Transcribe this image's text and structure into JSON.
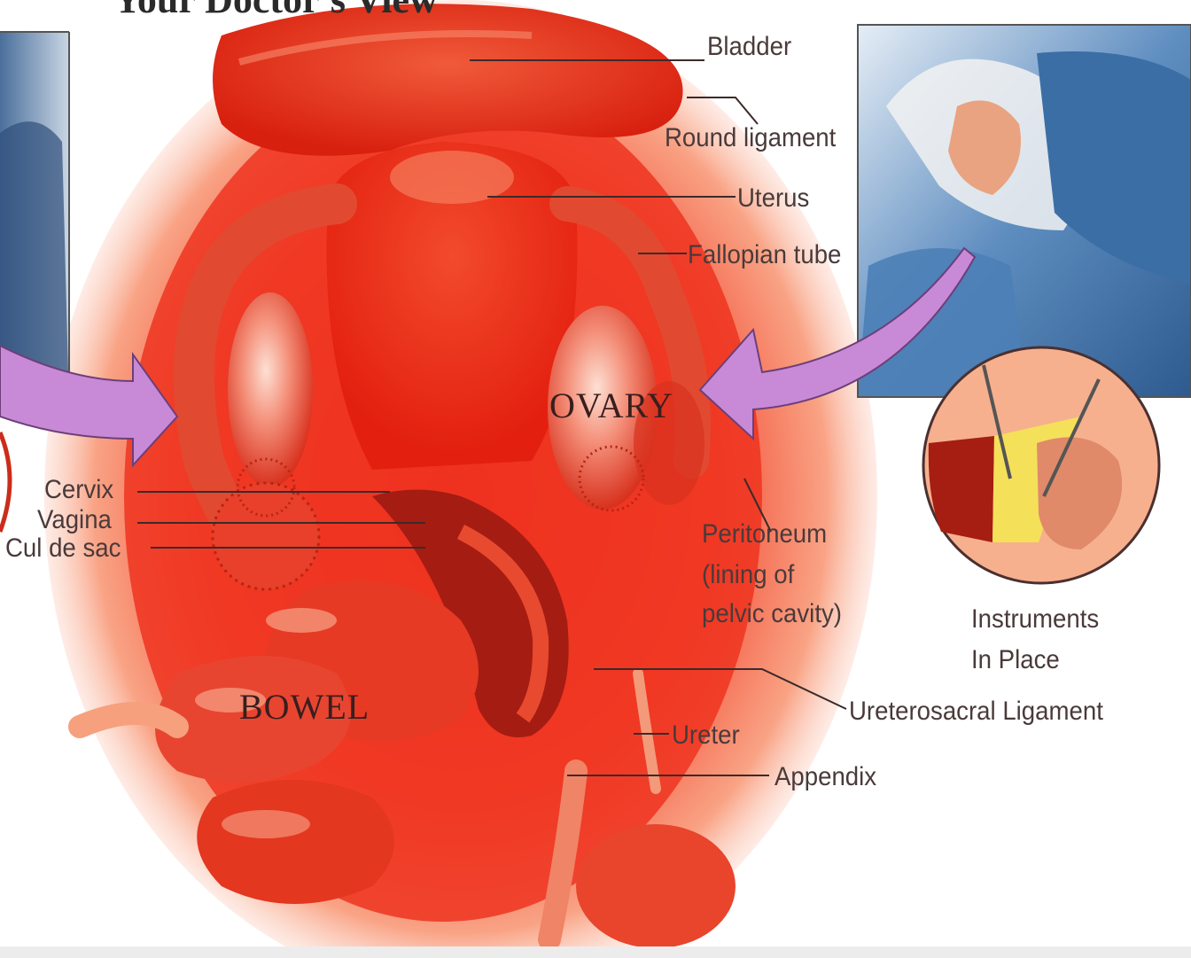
{
  "title_fragment": "Your Doctor's View",
  "labels": {
    "bladder": "Bladder",
    "round_ligament": "Round ligament",
    "uterus": "Uterus",
    "fallopian_tube": "Fallopian tube",
    "ovary": "OVARY",
    "cervix": "Cervix",
    "vagina": "Vagina",
    "cul_de_sac": "Cul de sac",
    "peritoneum_1": "Peritoneum",
    "peritoneum_2": "(lining of",
    "peritoneum_3": "pelvic cavity)",
    "instruments_1": "Instruments",
    "instruments_2": "In Place",
    "bowel": "BOWEL",
    "ureterosacral_ligament": "Ureterosacral Ligament",
    "ureter": "Ureter",
    "appendix": "Appendix"
  },
  "colors": {
    "tissue_red": "#e8261c",
    "tissue_light": "#f57a63",
    "arrow_purple": "#c88ad6",
    "scrubs_blue": "#3a6fa8"
  }
}
